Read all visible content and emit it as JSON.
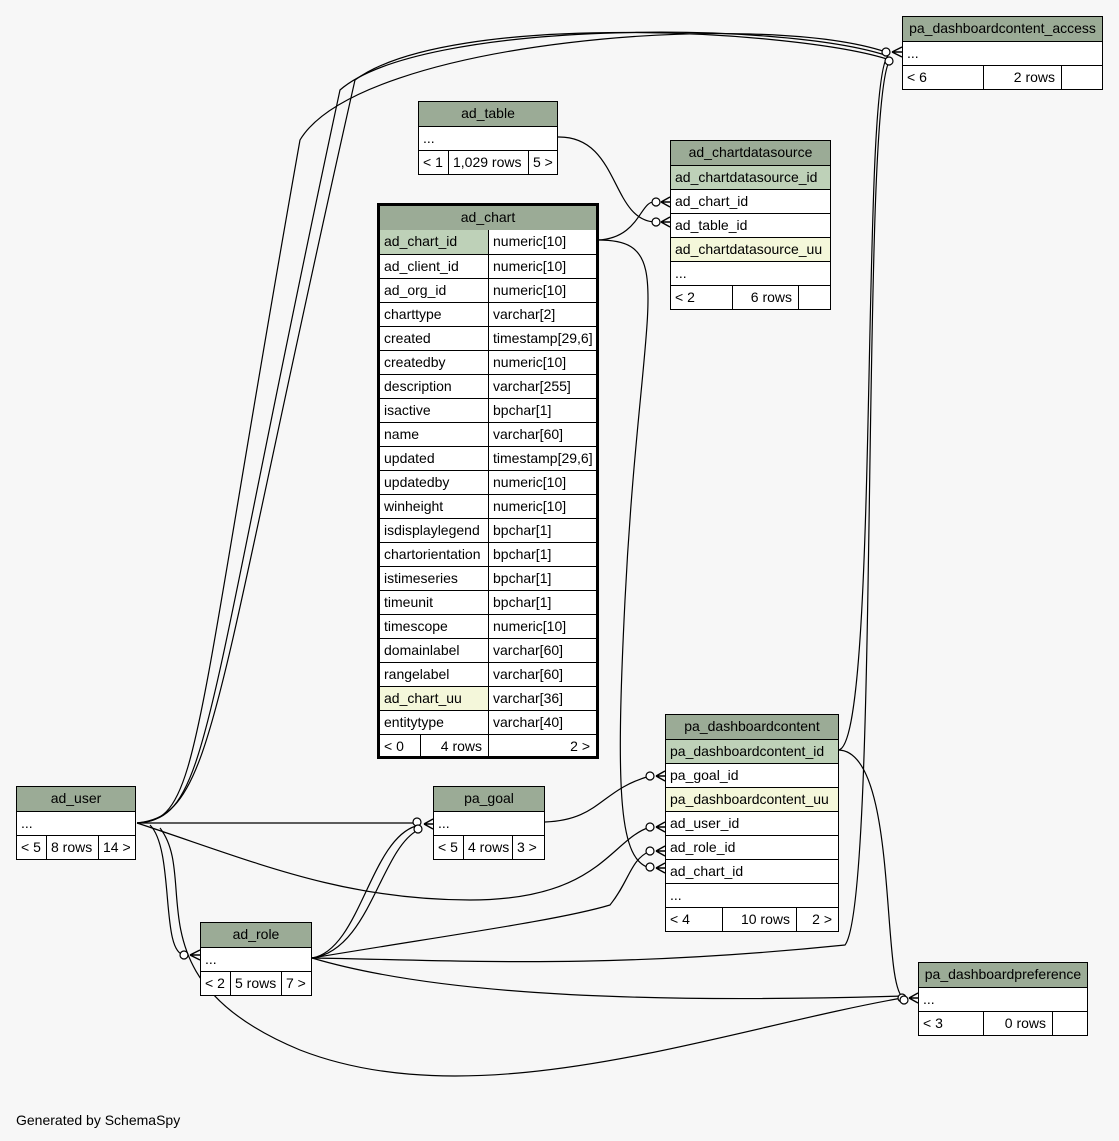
{
  "footer": "Generated by SchemaSpy",
  "colors": {
    "header": "#9bab96",
    "primary_key": "#bed1b8",
    "unique": "#f4f7da",
    "background": "#f7f7f7"
  },
  "tables": {
    "ad_user": {
      "name": "ad_user",
      "ellipsis": "...",
      "parents": "< 5",
      "rows": "8 rows",
      "children": "14 >"
    },
    "ad_role": {
      "name": "ad_role",
      "ellipsis": "...",
      "parents": "< 2",
      "rows": "5 rows",
      "children": "7 >"
    },
    "ad_table": {
      "name": "ad_table",
      "ellipsis": "...",
      "parents": "< 1",
      "rows": "1,029 rows",
      "children": "5 >"
    },
    "pa_goal": {
      "name": "pa_goal",
      "ellipsis": "...",
      "parents": "< 5",
      "rows": "4 rows",
      "children": "3 >"
    },
    "ad_chartdatasource": {
      "name": "ad_chartdatasource",
      "columns": [
        "ad_chartdatasource_id",
        "ad_chart_id",
        "ad_table_id",
        "ad_chartdatasource_uu"
      ],
      "ellipsis": "...",
      "parents": "< 2",
      "rows": "6 rows",
      "children": ""
    },
    "pa_dashboardcontent_access": {
      "name": "pa_dashboardcontent_access",
      "ellipsis": "...",
      "parents": "< 6",
      "rows": "2 rows",
      "children": ""
    },
    "pa_dashboardpreference": {
      "name": "pa_dashboardpreference",
      "ellipsis": "...",
      "parents": "< 3",
      "rows": "0 rows",
      "children": ""
    },
    "pa_dashboardcontent": {
      "name": "pa_dashboardcontent",
      "columns": [
        "pa_dashboardcontent_id",
        "pa_goal_id",
        "pa_dashboardcontent_uu",
        "ad_user_id",
        "ad_role_id",
        "ad_chart_id"
      ],
      "ellipsis": "...",
      "parents": "< 4",
      "rows": "10 rows",
      "children": "2 >"
    },
    "ad_chart": {
      "name": "ad_chart",
      "columns": [
        {
          "name": "ad_chart_id",
          "type": "numeric[10]"
        },
        {
          "name": "ad_client_id",
          "type": "numeric[10]"
        },
        {
          "name": "ad_org_id",
          "type": "numeric[10]"
        },
        {
          "name": "charttype",
          "type": "varchar[2]"
        },
        {
          "name": "created",
          "type": "timestamp[29,6]"
        },
        {
          "name": "createdby",
          "type": "numeric[10]"
        },
        {
          "name": "description",
          "type": "varchar[255]"
        },
        {
          "name": "isactive",
          "type": "bpchar[1]"
        },
        {
          "name": "name",
          "type": "varchar[60]"
        },
        {
          "name": "updated",
          "type": "timestamp[29,6]"
        },
        {
          "name": "updatedby",
          "type": "numeric[10]"
        },
        {
          "name": "winheight",
          "type": "numeric[10]"
        },
        {
          "name": "isdisplaylegend",
          "type": "bpchar[1]"
        },
        {
          "name": "chartorientation",
          "type": "bpchar[1]"
        },
        {
          "name": "istimeseries",
          "type": "bpchar[1]"
        },
        {
          "name": "timeunit",
          "type": "bpchar[1]"
        },
        {
          "name": "timescope",
          "type": "numeric[10]"
        },
        {
          "name": "domainlabel",
          "type": "varchar[60]"
        },
        {
          "name": "rangelabel",
          "type": "varchar[60]"
        },
        {
          "name": "ad_chart_uu",
          "type": "varchar[36]"
        },
        {
          "name": "entitytype",
          "type": "varchar[40]"
        }
      ],
      "parents": "< 0",
      "rows": "4 rows",
      "children": "2 >"
    }
  }
}
